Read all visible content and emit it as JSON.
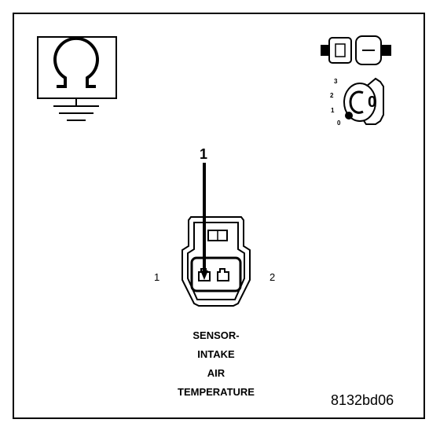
{
  "callout": {
    "number": "1"
  },
  "pins": {
    "left": "1",
    "right": "2"
  },
  "ignition_positions": [
    "3",
    "2",
    "1",
    "0"
  ],
  "key_label": "0",
  "caption": [
    "SENSOR-",
    "INTAKE",
    "AIR",
    "TEMPERATURE"
  ],
  "figure_id": "8132bd06",
  "icons": {
    "ohmmeter": "ohm-symbol-with-ground-icon",
    "connector": "disconnected-connector-icon",
    "ignition": "ignition-key-off-icon"
  },
  "colors": {
    "line": "#000000",
    "background": "#ffffff"
  }
}
